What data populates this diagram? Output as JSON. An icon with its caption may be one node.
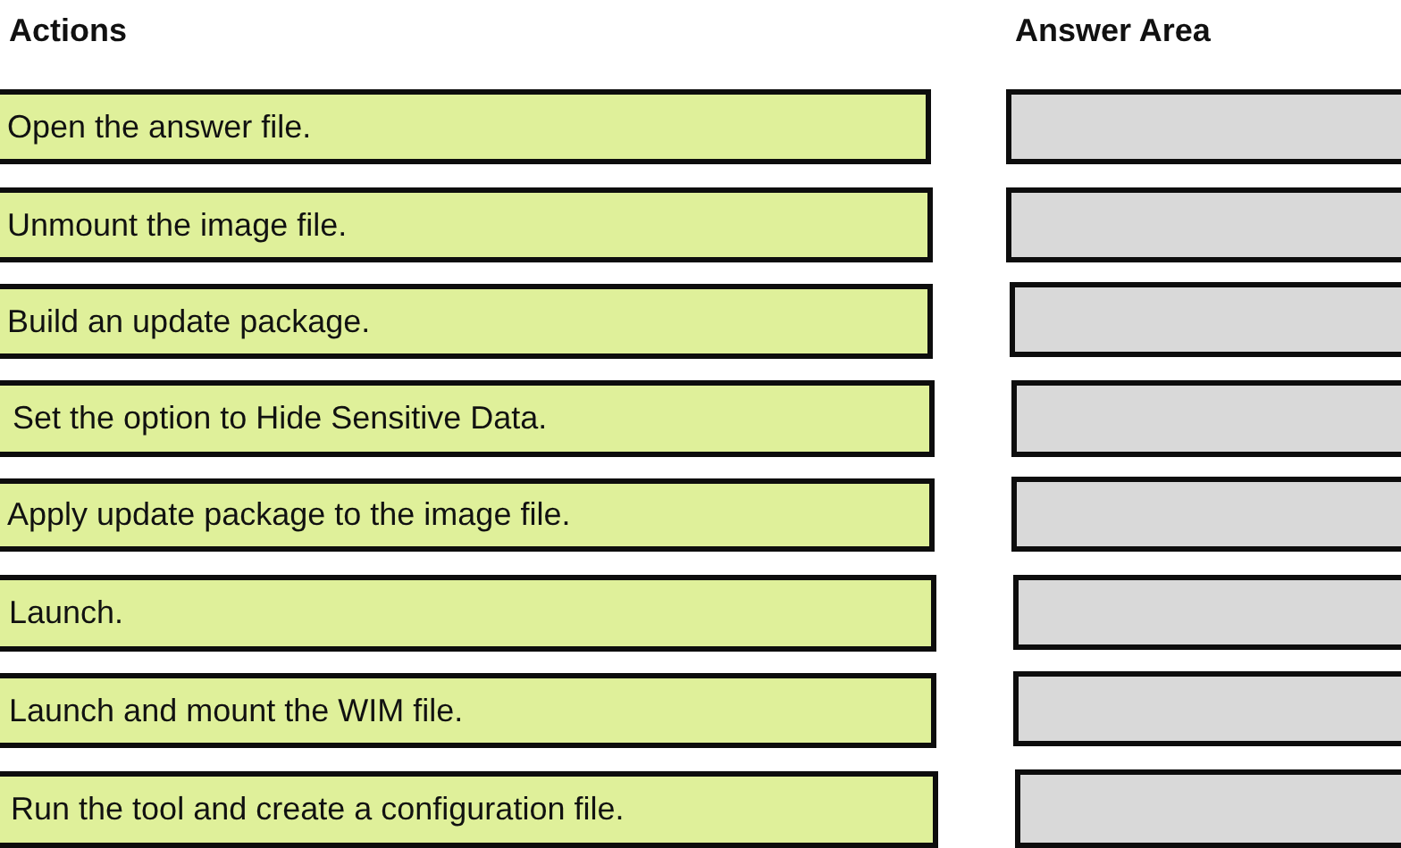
{
  "diagram": {
    "nodes": [
      {
        "text": [
          "Open the answer file."
        ]
      },
      {
        "text": [],
        "shape": "box"
      },
      {
        "text": [
          "Unmount the image file."
        ]
      },
      {
        "text": [],
        "shape": "box"
      },
      {
        "text": [
          "Build an update package."
        ]
      },
      {
        "text": [],
        "shape": "box"
      },
      {
        "text": [
          "Set the option to Hide Sensitive Data."
        ]
      },
      {
        "text": [],
        "shape": "box"
      },
      {
        "text": [
          "Apply update package to the image file."
        ]
      },
      {
        "text": [],
        "shape": "box"
      },
      {
        "text": [
          "Launch."
        ]
      },
      {
        "text": [],
        "shape": "box"
      },
      {
        "text": [
          "Launch and mount the WIM file."
        ]
      },
      {
        "text": [],
        "shape": "box"
      },
      {
        "text": [
          "Run the tool and create a configuration file."
        ]
      },
      {
        "text": [],
        "shape": "box"
      }
    ],
    "labels": [
      "Actions",
      "Answer Area"
    ]
  }
}
